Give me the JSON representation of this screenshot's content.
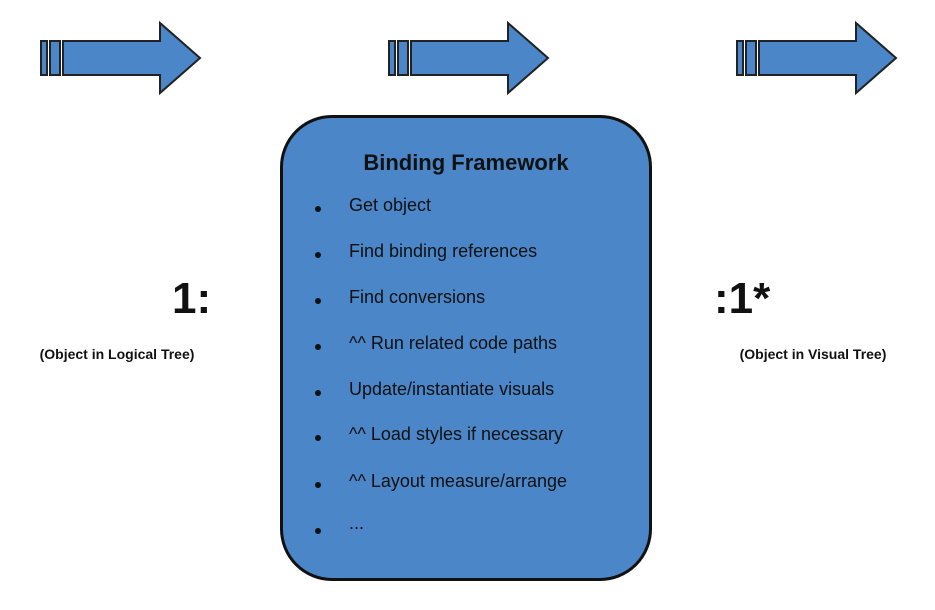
{
  "colors": {
    "fill": "#4a86c8",
    "stroke": "#111111"
  },
  "box": {
    "title": "Binding Framework",
    "items": [
      "Get object",
      "Find binding references",
      "Find conversions",
      "^^ Run related code paths",
      "Update/instantiate visuals",
      "^^ Load styles if necessary",
      "^^ Layout measure/arrange",
      "..."
    ]
  },
  "left": {
    "ratio": "1:",
    "label": "(Object in Logical Tree)"
  },
  "right": {
    "ratio": ":1*",
    "label": "(Object in Visual Tree)"
  }
}
